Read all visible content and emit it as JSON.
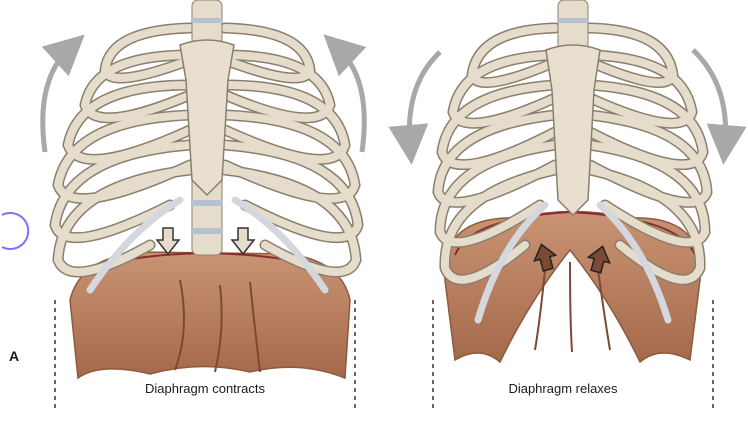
{
  "figure": {
    "panel_label": "A",
    "left_panel": {
      "caption": "Diaphragm contracts"
    },
    "right_panel": {
      "caption": "Diaphragm relaxes"
    },
    "colors": {
      "bone": "#e6dccb",
      "bone_outline": "#8a7f6c",
      "cartilage": "#d4d8de",
      "muscle": "#b97e5c",
      "muscle_dark": "#8e5a3e",
      "arrow": "#a8a8a8",
      "spine_disc": "#b7c2d0",
      "marker": "#8a6cff"
    },
    "icons": [
      "curved-arrow-up-icon",
      "curved-arrow-down-icon",
      "down-arrow-icon",
      "up-arrow-icon"
    ]
  }
}
